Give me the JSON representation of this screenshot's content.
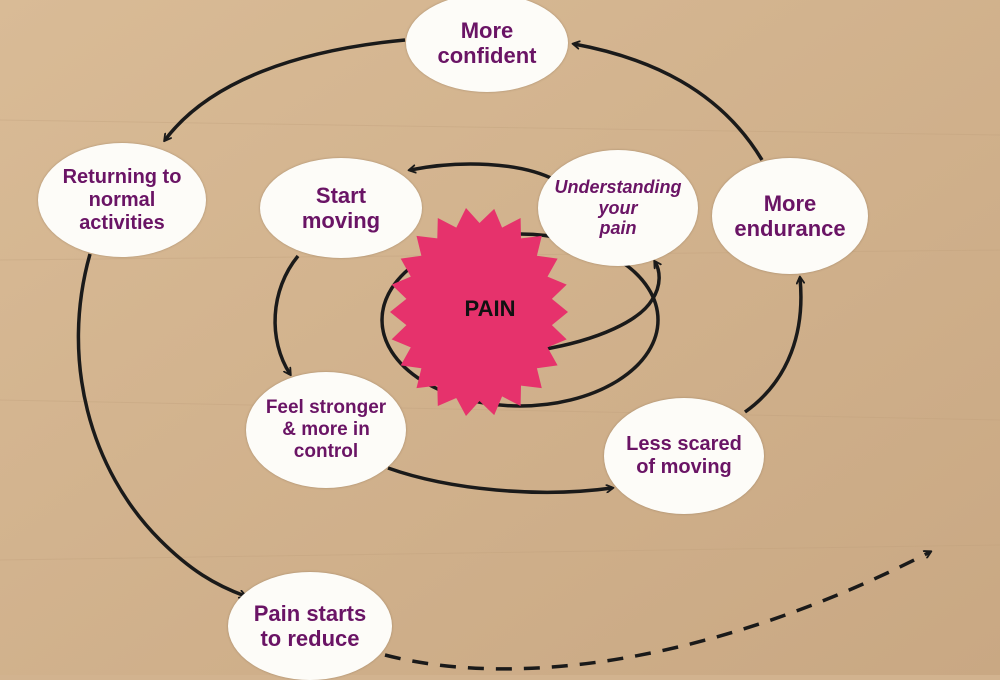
{
  "center": {
    "label": "PAIN"
  },
  "nodes": {
    "more_confident": "More\nconfident",
    "returning": "Returning to\nnormal\nactivities",
    "start_moving": "Start\nmoving",
    "understanding": "Understanding\nyour\npain",
    "more_endurance": "More\nendurance",
    "feel_stronger": "Feel stronger\n& more in\ncontrol",
    "less_scared": "Less scared\nof moving",
    "pain_reduce": "Pain starts\nto reduce"
  },
  "colors": {
    "background": "#d2b38f",
    "node_fill": "#fdfcf8",
    "node_text": "#6a1465",
    "pain_star": "#e6326c",
    "arrow": "#1a1a1a"
  }
}
